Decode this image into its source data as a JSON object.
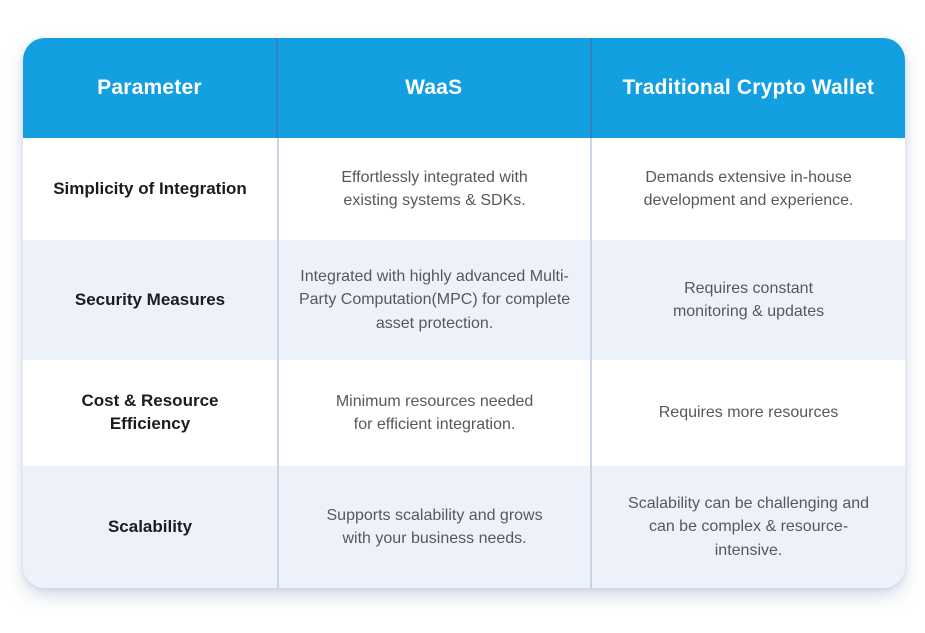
{
  "chart_data": {
    "type": "table",
    "columns": [
      "Parameter",
      "WaaS",
      "Traditional Crypto Wallet"
    ],
    "rows": [
      [
        "Simplicity of Integration",
        "Effortlessly integrated with existing systems & SDKs.",
        "Demands extensive in-house development and experience."
      ],
      [
        "Security Measures",
        "Integrated with highly advanced Multi-Party Computation(MPC) for complete asset protection.",
        "Requires constant monitoring & updates"
      ],
      [
        "Cost & Resource Efficiency",
        "Minimum resources needed for efficient integration.",
        "Requires more resources"
      ],
      [
        "Scalability",
        "Supports scalability and grows with your business needs.",
        "Scalability can be challenging and can be complex & resource-intensive."
      ]
    ],
    "layout": {
      "header_position": "top",
      "alternating_rows": true,
      "grid": "vertical-dividers-only"
    }
  },
  "colors": {
    "header_bg": "#12A0E0",
    "header_text": "#FFFFFF",
    "header_divider": "#2D84C0",
    "body_divider": "#C9D4E4",
    "row_bg": "#FFFFFF",
    "row_alt_bg": "#EDF2FA",
    "parameter_text": "#1C1C1E",
    "body_text": "#54595E",
    "page_bg": "#FFFFFF"
  }
}
